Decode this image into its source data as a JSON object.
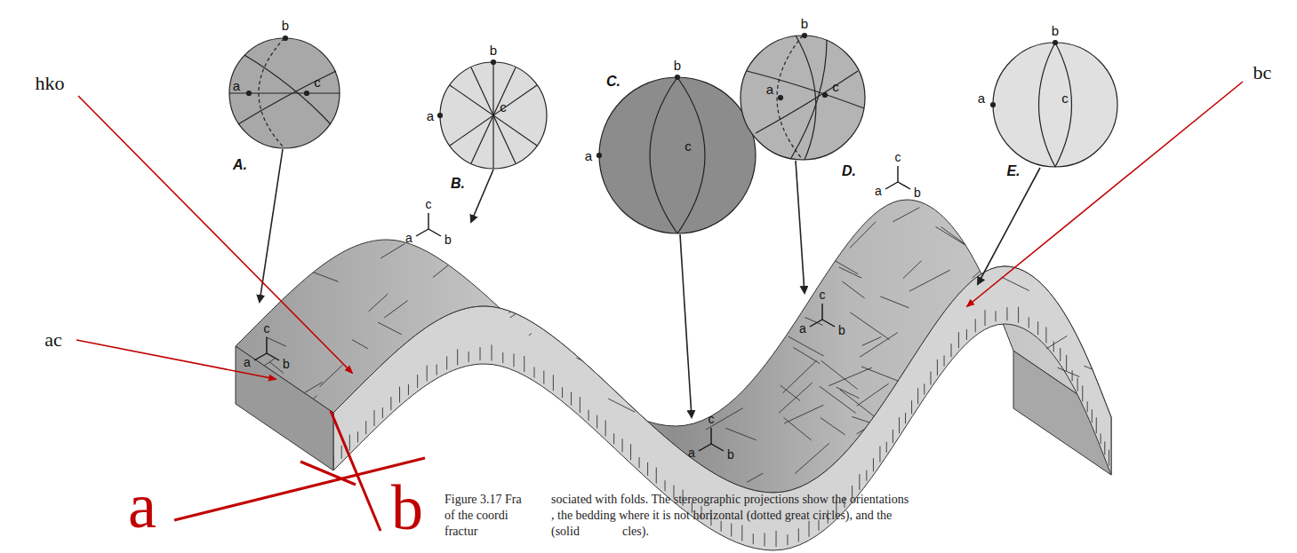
{
  "diagram": {
    "labels": [
      "b",
      "a",
      "c",
      "A.",
      "b",
      "a",
      "c",
      "B.",
      "b",
      "a",
      "c",
      "C.",
      "b",
      "a",
      "c",
      "D.",
      "b",
      "a",
      "c",
      "E.",
      "c",
      "a",
      "b",
      "c",
      "a",
      "b",
      "c",
      "a",
      "b",
      "c",
      "a",
      "b",
      "c",
      "a",
      "b",
      "hko",
      "ac",
      "bc",
      "a",
      "b",
      "Figure 3.17 Fra",
      "sociated with folds. The stereographic projections show the orientations",
      "of the coordi",
      ", the bedding where it is not horizontal (dotted great circles), and the",
      "fractur",
      "(solid",
      "cles)."
    ]
  }
}
